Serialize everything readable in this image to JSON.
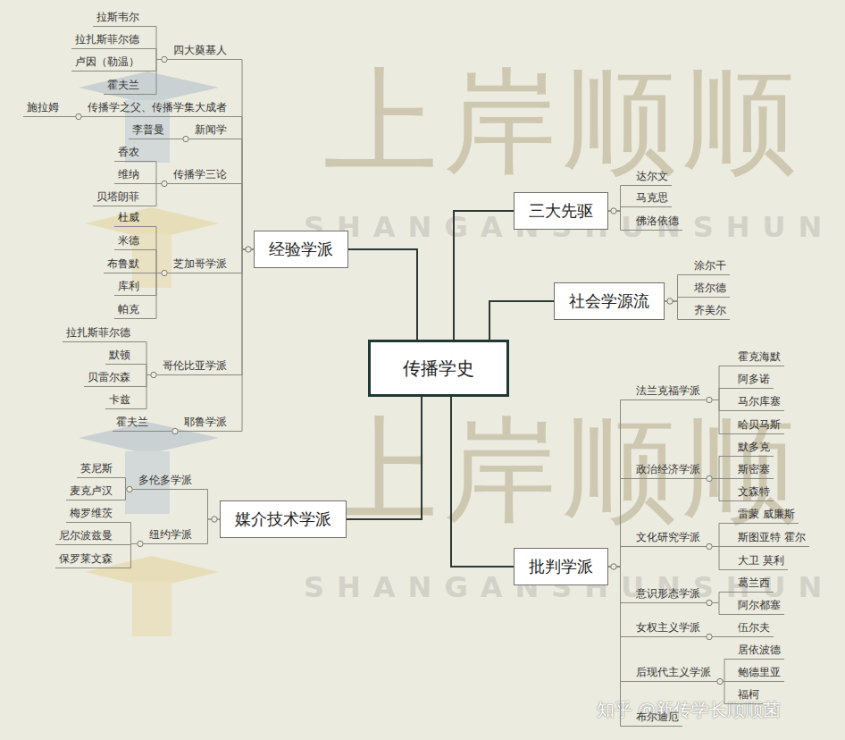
{
  "diagram": {
    "nodes": [
      {
        "text": [
          "传播学史"
        ]
      },
      {
        "text": [
          "经验学派"
        ]
      },
      {
        "text": [
          "四大奠基人"
        ]
      },
      {
        "text": [
          "拉斯韦尔"
        ]
      },
      {
        "text": [
          "拉扎斯菲尔德"
        ]
      },
      {
        "text": [
          "卢因（勒温）"
        ]
      },
      {
        "text": [
          "霍夫兰"
        ]
      },
      {
        "text": [
          "传播学之父、传播学集大成者"
        ]
      },
      {
        "text": [
          "施拉姆"
        ]
      },
      {
        "text": [
          "新闻学"
        ]
      },
      {
        "text": [
          "李普曼"
        ]
      },
      {
        "text": [
          "传播学三论"
        ]
      },
      {
        "text": [
          "香农"
        ]
      },
      {
        "text": [
          "维纳"
        ]
      },
      {
        "text": [
          "贝塔朗菲"
        ]
      },
      {
        "text": [
          "芝加哥学派"
        ]
      },
      {
        "text": [
          "杜威"
        ]
      },
      {
        "text": [
          "米德"
        ]
      },
      {
        "text": [
          "布鲁默"
        ]
      },
      {
        "text": [
          "库利"
        ]
      },
      {
        "text": [
          "帕克"
        ]
      },
      {
        "text": [
          "哥伦比亚学派"
        ]
      },
      {
        "text": [
          "拉扎斯菲尔德"
        ]
      },
      {
        "text": [
          "默顿"
        ]
      },
      {
        "text": [
          "贝雷尔森"
        ]
      },
      {
        "text": [
          "卡兹"
        ]
      },
      {
        "text": [
          "耶鲁学派"
        ]
      },
      {
        "text": [
          "霍夫兰"
        ]
      },
      {
        "text": [
          "媒介技术学派"
        ]
      },
      {
        "text": [
          "多伦多学派"
        ]
      },
      {
        "text": [
          "英尼斯"
        ]
      },
      {
        "text": [
          "麦克卢汉"
        ]
      },
      {
        "text": [
          "纽约学派"
        ]
      },
      {
        "text": [
          "梅罗维茨"
        ]
      },
      {
        "text": [
          "尼尔波兹曼"
        ]
      },
      {
        "text": [
          "保罗莱文森"
        ]
      },
      {
        "text": [
          "三大先驱"
        ]
      },
      {
        "text": [
          "达尔文"
        ]
      },
      {
        "text": [
          "马克思"
        ]
      },
      {
        "text": [
          "佛洛依德"
        ]
      },
      {
        "text": [
          "社会学源流"
        ]
      },
      {
        "text": [
          "涂尔干"
        ]
      },
      {
        "text": [
          "塔尔德"
        ]
      },
      {
        "text": [
          "齐美尔"
        ]
      },
      {
        "text": [
          "批判学派"
        ]
      },
      {
        "text": [
          "法兰克福学派"
        ]
      },
      {
        "text": [
          "霍克海默"
        ]
      },
      {
        "text": [
          "阿多诺"
        ]
      },
      {
        "text": [
          "马尔库塞"
        ]
      },
      {
        "text": [
          "哈贝马斯"
        ]
      },
      {
        "text": [
          "政治经济学派"
        ]
      },
      {
        "text": [
          "默多克"
        ]
      },
      {
        "text": [
          "斯密塞"
        ]
      },
      {
        "text": [
          "文森特"
        ]
      },
      {
        "text": [
          "文化研究学派"
        ]
      },
      {
        "text": [
          "雷蒙 威廉斯"
        ]
      },
      {
        "text": [
          "斯图亚特 霍尔"
        ]
      },
      {
        "text": [
          "大卫 莫利"
        ]
      },
      {
        "text": [
          "意识形态学派"
        ]
      },
      {
        "text": [
          "葛兰西"
        ]
      },
      {
        "text": [
          "阿尔都塞"
        ]
      },
      {
        "text": [
          "女权主义学派"
        ]
      },
      {
        "text": [
          "伍尔夫"
        ]
      },
      {
        "text": [
          "后现代主义学派"
        ]
      },
      {
        "text": [
          "居依波德"
        ]
      },
      {
        "text": [
          "鲍德里亚"
        ]
      },
      {
        "text": [
          "福柯"
        ]
      },
      {
        "text": [
          "布尔迪厄"
        ]
      }
    ],
    "edges": [
      {
        "from": 0,
        "to": 1,
        "arrow": "none"
      },
      {
        "from": 0,
        "to": 28,
        "arrow": "none"
      },
      {
        "from": 0,
        "to": 36,
        "arrow": "none"
      },
      {
        "from": 0,
        "to": 40,
        "arrow": "none"
      },
      {
        "from": 0,
        "to": 44,
        "arrow": "none"
      },
      {
        "from": 1,
        "to": 2,
        "arrow": "none"
      },
      {
        "from": 2,
        "to": 3,
        "arrow": "none"
      },
      {
        "from": 2,
        "to": 4,
        "arrow": "none"
      },
      {
        "from": 2,
        "to": 5,
        "arrow": "none"
      },
      {
        "from": 2,
        "to": 6,
        "arrow": "none"
      },
      {
        "from": 1,
        "to": 7,
        "arrow": "none"
      },
      {
        "from": 7,
        "to": 8,
        "arrow": "none"
      },
      {
        "from": 1,
        "to": 9,
        "arrow": "none"
      },
      {
        "from": 9,
        "to": 10,
        "arrow": "none"
      },
      {
        "from": 1,
        "to": 11,
        "arrow": "none"
      },
      {
        "from": 11,
        "to": 12,
        "arrow": "none"
      },
      {
        "from": 11,
        "to": 13,
        "arrow": "none"
      },
      {
        "from": 11,
        "to": 14,
        "arrow": "none"
      },
      {
        "from": 1,
        "to": 15,
        "arrow": "none"
      },
      {
        "from": 15,
        "to": 16,
        "arrow": "none"
      },
      {
        "from": 15,
        "to": 17,
        "arrow": "none"
      },
      {
        "from": 15,
        "to": 18,
        "arrow": "none"
      },
      {
        "from": 15,
        "to": 19,
        "arrow": "none"
      },
      {
        "from": 15,
        "to": 20,
        "arrow": "none"
      },
      {
        "from": 1,
        "to": 21,
        "arrow": "none"
      },
      {
        "from": 21,
        "to": 22,
        "arrow": "none"
      },
      {
        "from": 21,
        "to": 23,
        "arrow": "none"
      },
      {
        "from": 21,
        "to": 24,
        "arrow": "none"
      },
      {
        "from": 21,
        "to": 25,
        "arrow": "none"
      },
      {
        "from": 1,
        "to": 26,
        "arrow": "none"
      },
      {
        "from": 26,
        "to": 27,
        "arrow": "none"
      },
      {
        "from": 28,
        "to": 29,
        "arrow": "none"
      },
      {
        "from": 29,
        "to": 30,
        "arrow": "none"
      },
      {
        "from": 29,
        "to": 31,
        "arrow": "none"
      },
      {
        "from": 28,
        "to": 32,
        "arrow": "none"
      },
      {
        "from": 32,
        "to": 33,
        "arrow": "none"
      },
      {
        "from": 32,
        "to": 34,
        "arrow": "none"
      },
      {
        "from": 32,
        "to": 35,
        "arrow": "none"
      },
      {
        "from": 36,
        "to": 37,
        "arrow": "none"
      },
      {
        "from": 36,
        "to": 38,
        "arrow": "none"
      },
      {
        "from": 36,
        "to": 39,
        "arrow": "none"
      },
      {
        "from": 40,
        "to": 41,
        "arrow": "none"
      },
      {
        "from": 40,
        "to": 42,
        "arrow": "none"
      },
      {
        "from": 40,
        "to": 43,
        "arrow": "none"
      },
      {
        "from": 44,
        "to": 45,
        "arrow": "none"
      },
      {
        "from": 45,
        "to": 46,
        "arrow": "none"
      },
      {
        "from": 45,
        "to": 47,
        "arrow": "none"
      },
      {
        "from": 45,
        "to": 48,
        "arrow": "none"
      },
      {
        "from": 45,
        "to": 49,
        "arrow": "none"
      },
      {
        "from": 44,
        "to": 50,
        "arrow": "none"
      },
      {
        "from": 50,
        "to": 51,
        "arrow": "none"
      },
      {
        "from": 50,
        "to": 52,
        "arrow": "none"
      },
      {
        "from": 50,
        "to": 53,
        "arrow": "none"
      },
      {
        "from": 44,
        "to": 54,
        "arrow": "none"
      },
      {
        "from": 54,
        "to": 55,
        "arrow": "none"
      },
      {
        "from": 54,
        "to": 56,
        "arrow": "none"
      },
      {
        "from": 54,
        "to": 57,
        "arrow": "none"
      },
      {
        "from": 44,
        "to": 58,
        "arrow": "none"
      },
      {
        "from": 58,
        "to": 59,
        "arrow": "none"
      },
      {
        "from": 58,
        "to": 60,
        "arrow": "none"
      },
      {
        "from": 44,
        "to": 61,
        "arrow": "none"
      },
      {
        "from": 61,
        "to": 62,
        "arrow": "none"
      },
      {
        "from": 44,
        "to": 63,
        "arrow": "none"
      },
      {
        "from": 63,
        "to": 64,
        "arrow": "none"
      },
      {
        "from": 63,
        "to": 65,
        "arrow": "none"
      },
      {
        "from": 63,
        "to": 66,
        "arrow": "none"
      },
      {
        "from": 44,
        "to": 67,
        "arrow": "none"
      }
    ],
    "labels": [
      "上岸顺顺",
      "SHANGANSHUNSHUN",
      "上岸顺顺",
      "SHANGANSHUNSHUN",
      "知乎 @新传学长顺顺菌"
    ]
  }
}
